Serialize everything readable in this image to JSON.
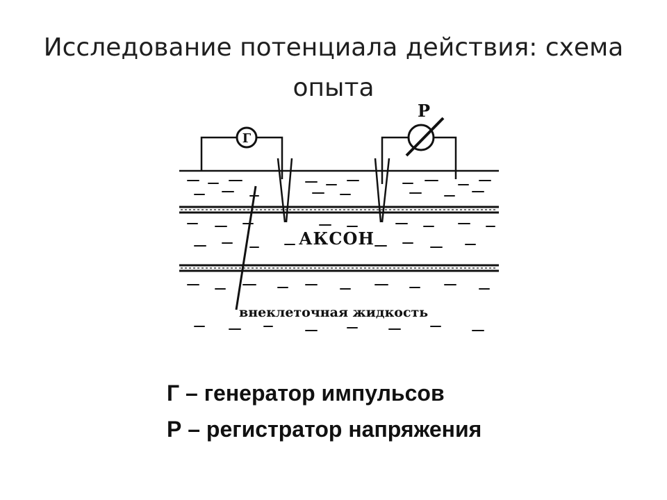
{
  "slide": {
    "title": "Исследование потенциала действия: схема опыта"
  },
  "diagram": {
    "generator_symbol": "Г",
    "recorder_symbol": "Р",
    "axon_label": "АКСОН",
    "fluid_label": "внеклеточная жидкость"
  },
  "legend": {
    "line1": "Г – генератор импульсов",
    "line2": "Р – регистратор напряжения"
  }
}
